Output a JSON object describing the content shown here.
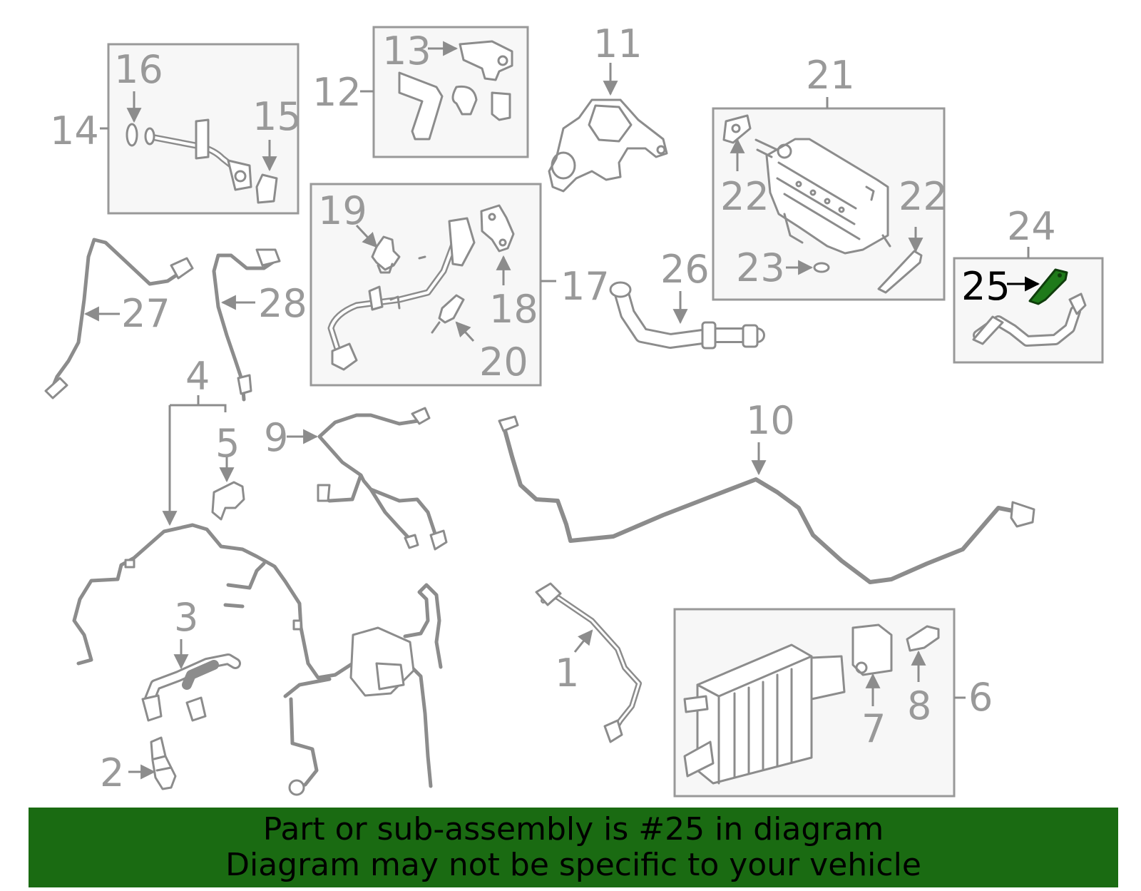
{
  "callouts": {
    "c1": "1",
    "c2": "2",
    "c3": "3",
    "c4": "4",
    "c5": "5",
    "c6": "6",
    "c7": "7",
    "c8": "8",
    "c9": "9",
    "c10": "10",
    "c11": "11",
    "c12": "12",
    "c13": "13",
    "c14": "14",
    "c15": "15",
    "c16": "16",
    "c17": "17",
    "c18": "18",
    "c19": "19",
    "c20": "20",
    "c21": "21",
    "c22a": "22",
    "c22b": "22",
    "c23": "23",
    "c24": "24",
    "c25": "25",
    "c26": "26",
    "c27": "27",
    "c28": "28"
  },
  "highlight": {
    "part_number": "25",
    "color": "#1f7a1a"
  },
  "banner": {
    "line1": "Part or sub-assembly is #25 in diagram",
    "line2": "Diagram may not be specific to your vehicle",
    "background": "#1a6b12"
  }
}
